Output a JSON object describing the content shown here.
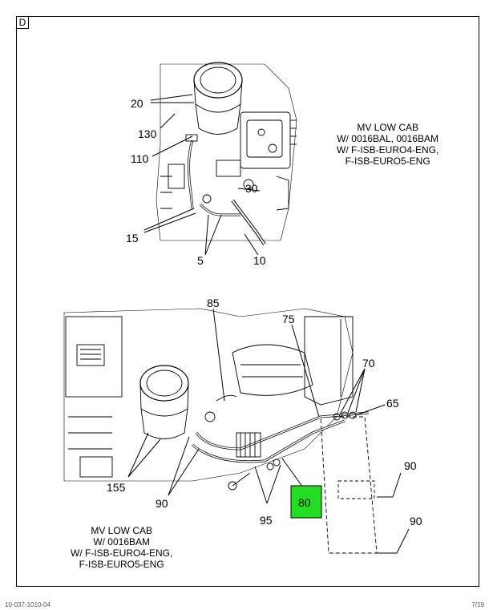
{
  "section_letter": "D",
  "top_caption": [
    "MV LOW CAB",
    "W/ 0016BAL, 0016BAM",
    "W/ F-ISB-EURO4-ENG,",
    "F-ISB-EURO5-ENG"
  ],
  "bottom_caption": [
    "MV LOW CAB",
    "W/ 0016BAM",
    "W/ F-ISB-EURO4-ENG,",
    "F-ISB-EURO5-ENG"
  ],
  "top_callouts": {
    "c20": "20",
    "c130": "130",
    "c110": "110",
    "c30": "30",
    "c15": "15",
    "c5": "5",
    "c10": "10"
  },
  "bottom_callouts": {
    "c85": "85",
    "c75": "75",
    "c70": "70",
    "c65": "65",
    "c155": "155",
    "c90a": "90",
    "c90b": "90",
    "c90c": "90",
    "c95": "95",
    "c80": "80"
  },
  "highlight_color": "#22dd22",
  "footer_left": "10-037-1010-04",
  "footer_right": "7/19"
}
